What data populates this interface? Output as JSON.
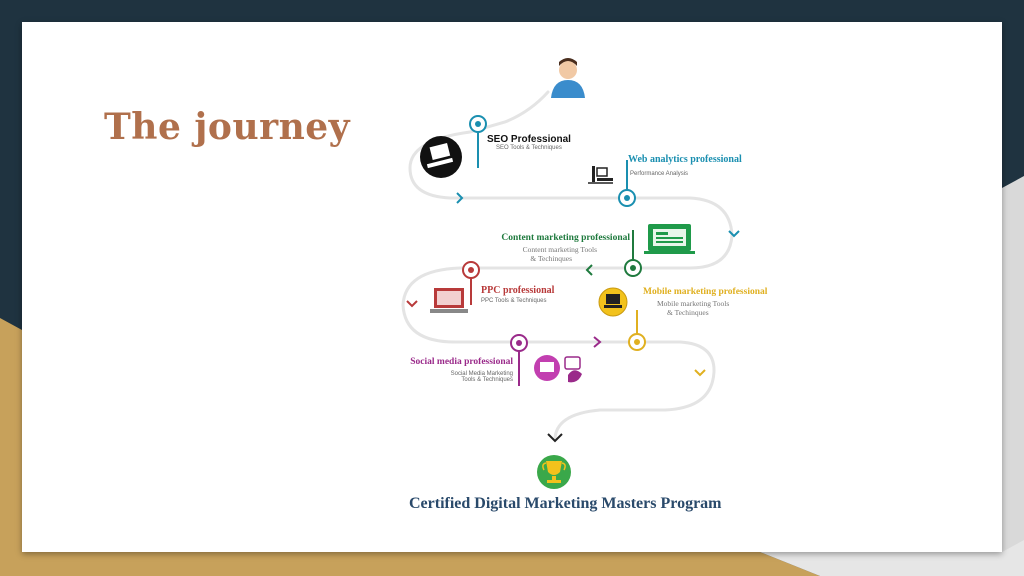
{
  "title": "The journey",
  "colors": {
    "title": "#b0704c",
    "seo": "#1a8fb0",
    "web": "#1a8fb0",
    "content": "#1f7a3e",
    "ppc": "#b83a3a",
    "mobile": "#e0b020",
    "social": "#9a2a8a",
    "final": "#2a4a6b"
  },
  "steps": [
    {
      "id": "seo",
      "role": "SEO Professional",
      "details": [
        "SEO Tools & Techniques"
      ],
      "icon": "laptop-icon"
    },
    {
      "id": "web",
      "role": "Web analytics professional",
      "details": [
        "Performance Analysis"
      ],
      "icon": "workstation-icon"
    },
    {
      "id": "content",
      "role": "Content marketing professional",
      "details": [
        "Content marketing Tools",
        "& Techinques"
      ],
      "icon": "monitor-icon"
    },
    {
      "id": "ppc",
      "role": "PPC professional",
      "details": [
        "PPC Tools & Techniques"
      ],
      "icon": "laptop-icon"
    },
    {
      "id": "mobile",
      "role": "Mobile marketing professional",
      "details": [
        "Mobile marketing Tools",
        "& Techinques"
      ],
      "icon": "mobile-icon"
    },
    {
      "id": "social",
      "role": "Social media professional",
      "details": [
        "Social Media Marketing",
        "Tools & Techniques"
      ],
      "icon": "social-media-icon"
    }
  ],
  "final": "Certified Digital Marketing Masters Program"
}
